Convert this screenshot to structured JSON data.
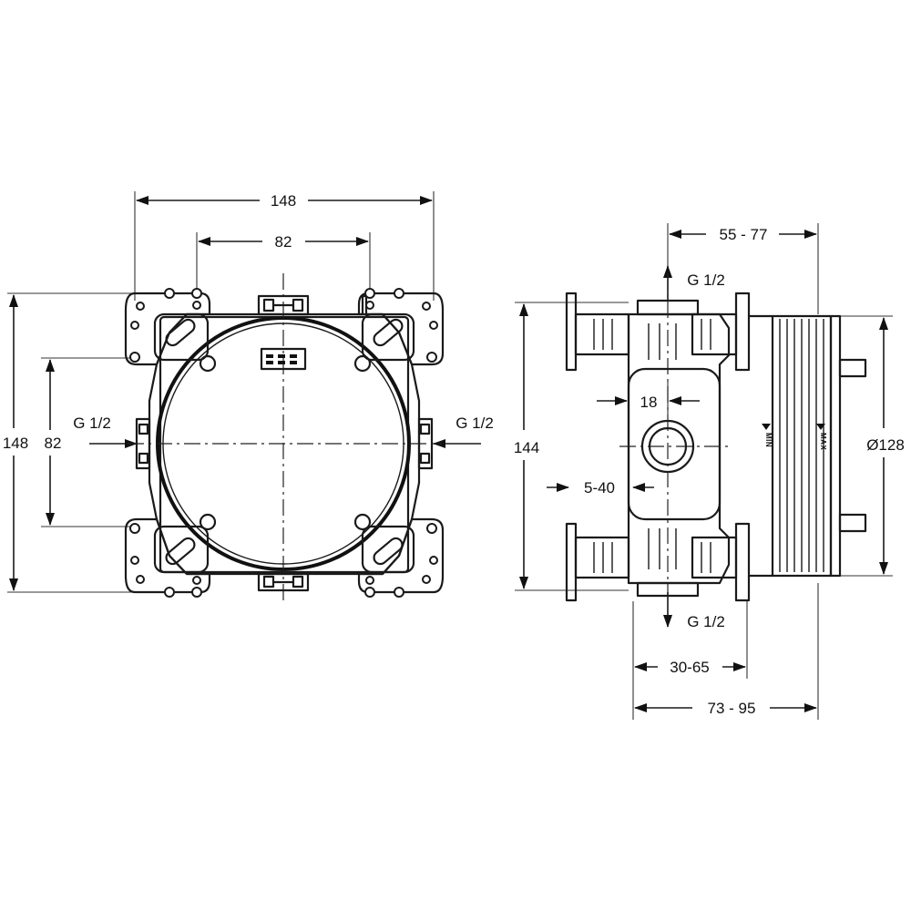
{
  "left_view": {
    "dim_width_overall": "148",
    "dim_width_holes": "82",
    "dim_height_overall": "148",
    "dim_height_holes": "82",
    "port_left": "G 1/2",
    "port_right": "G 1/2"
  },
  "right_view": {
    "dim_depth_total": "55 - 77",
    "port_top": "G 1/2",
    "port_bottom": "G 1/2",
    "dim_height": "144",
    "dim_port_width": "18",
    "dim_offset": "5-40",
    "dim_diameter": "Ø128",
    "dim_mount_range": "30-65",
    "dim_total_range": "73 - 95",
    "mark_min": "MIN",
    "mark_max": "MAX"
  }
}
